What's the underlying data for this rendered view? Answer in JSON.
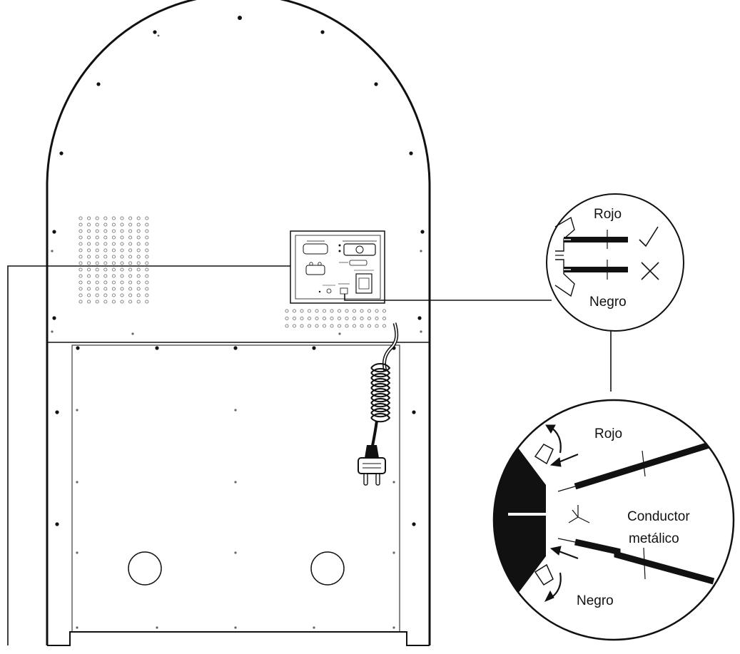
{
  "labels": {
    "zoom1_red": "Rojo",
    "zoom1_black": "Negro",
    "zoom2_red": "Rojo",
    "zoom2_black": "Negro",
    "zoom2_conductor_line1": "Conductor",
    "zoom2_conductor_line2": "metálico"
  },
  "icons": {
    "correct": "check-mark-icon",
    "incorrect": "cross-mark-icon"
  },
  "colors": {
    "line": "#111111",
    "background": "#ffffff",
    "dots": "#777777"
  }
}
